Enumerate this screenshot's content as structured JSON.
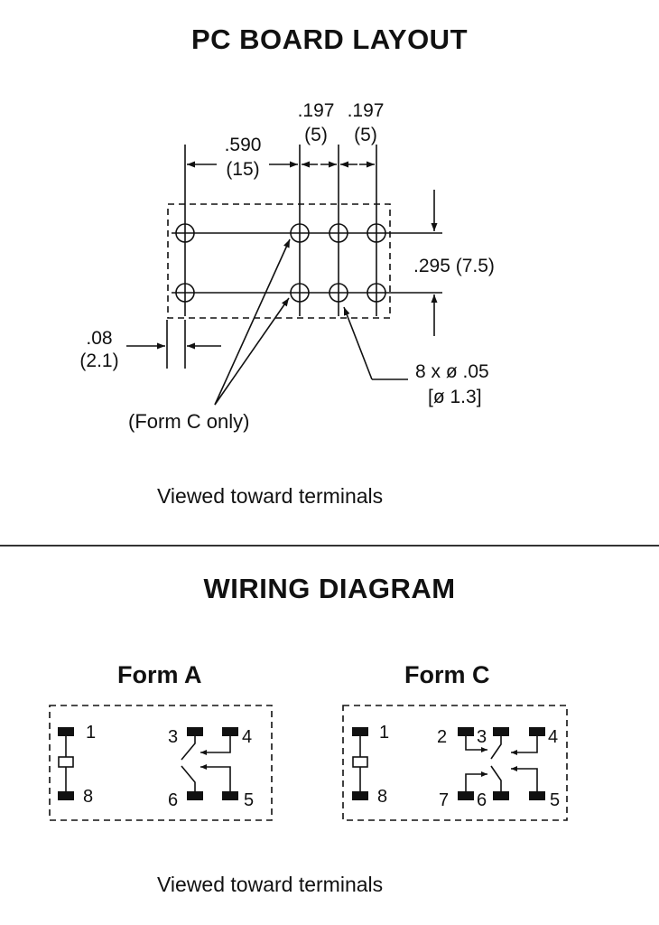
{
  "pcb": {
    "title": "PC BOARD LAYOUT",
    "dim_590": ".590",
    "dim_590_mm": "(15)",
    "dim_197a": ".197",
    "dim_197a_mm": "(5)",
    "dim_197b": ".197",
    "dim_197b_mm": "(5)",
    "dim_295": ".295 (7.5)",
    "dim_08": ".08",
    "dim_08_mm": "(2.1)",
    "hole_spec": "8 x ø .05",
    "hole_spec_mm": "[ø 1.3]",
    "form_c_note": "(Form C only)",
    "viewed": "Viewed toward terminals"
  },
  "wiring": {
    "title": "WIRING DIAGRAM",
    "form_a": {
      "label": "Form A",
      "pins": [
        "1",
        "8",
        "3",
        "4",
        "6",
        "5"
      ]
    },
    "form_c": {
      "label": "Form C",
      "pins": [
        "1",
        "8",
        "2",
        "3",
        "4",
        "7",
        "6",
        "5"
      ]
    },
    "viewed": "Viewed toward terminals"
  }
}
